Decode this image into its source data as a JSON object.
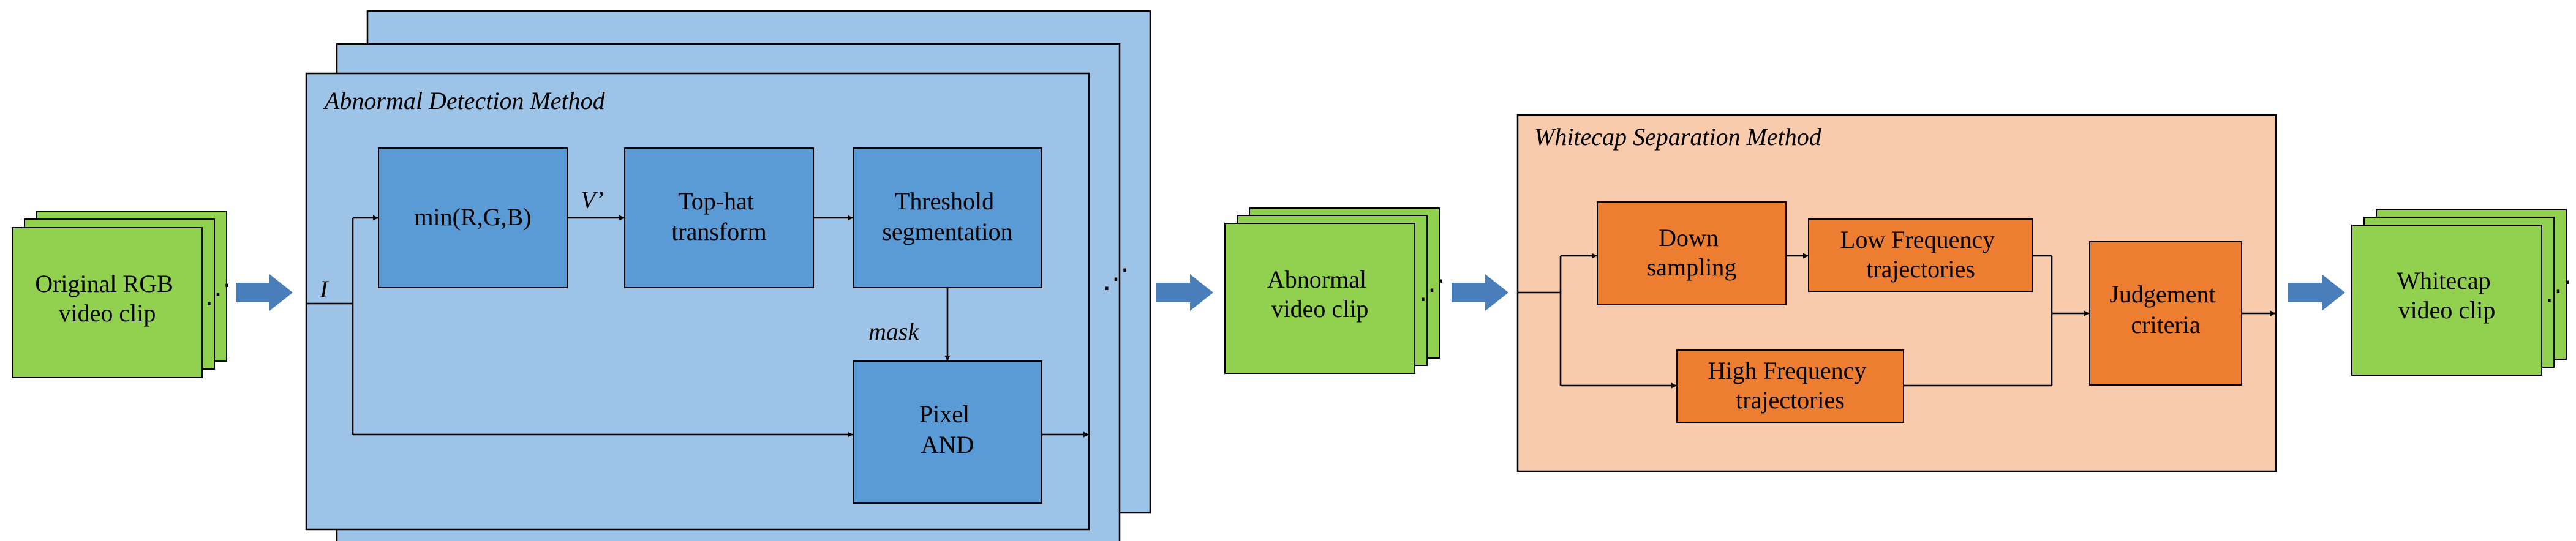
{
  "colors": {
    "green_fill": "#92D050",
    "blue_panel": "#9DC3E6",
    "blue_box": "#5B9BD5",
    "orange_panel": "#F8CBAD",
    "orange_box": "#ED7D31",
    "arrow": "#4A7EBB"
  },
  "inputs": {
    "original": [
      "Original RGB",
      "video clip"
    ],
    "abnormal": [
      "Abnormal",
      "video clip"
    ],
    "whitecap": [
      "Whitecap",
      "video clip"
    ]
  },
  "abnormal_panel": {
    "title": "Abnormal Detection Method",
    "min_box": "min(R,G,B)",
    "tophat_box": [
      "Top-hat",
      "transform"
    ],
    "threshold_box": [
      "Threshold",
      "segmentation"
    ],
    "and_box": [
      "Pixel",
      "AND"
    ],
    "label_I": "I",
    "label_V": "V’",
    "label_mask": "mask"
  },
  "whitecap_panel": {
    "title": "Whitecap Separation Method",
    "down_box": [
      "Down",
      "sampling"
    ],
    "low_box": [
      "Low Frequency",
      "trajectories"
    ],
    "high_box": [
      "High Frequency",
      "trajectories"
    ],
    "judge_box": [
      "Judgement",
      "criteria"
    ]
  },
  "ellipsis": "⋰"
}
